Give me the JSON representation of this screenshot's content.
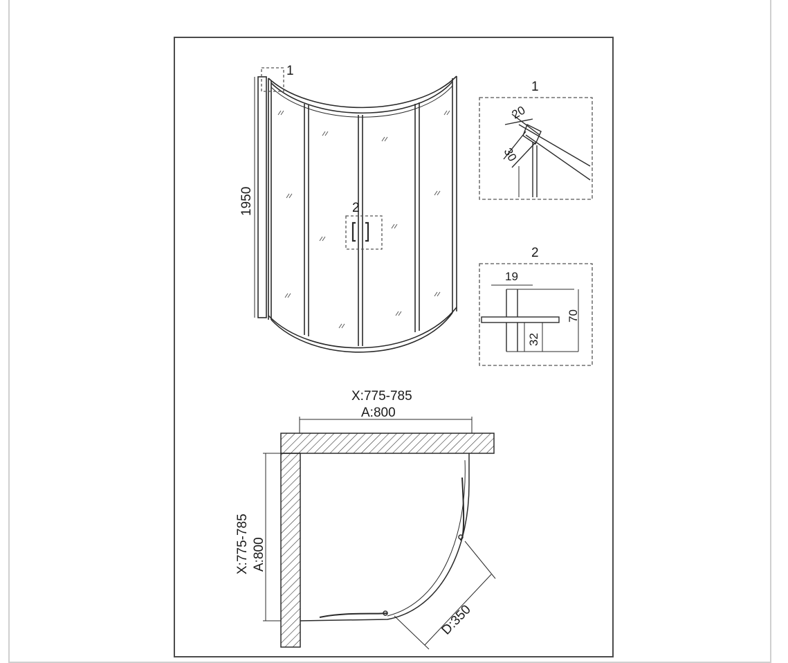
{
  "labels": {
    "callout_1": "1",
    "callout_2": "2",
    "height": "1950",
    "detail1_title": "1",
    "detail1_dim_a": "20",
    "detail1_dim_b": "30",
    "detail2_title": "2",
    "detail2_dim_a": "19",
    "detail2_dim_b": "70",
    "detail2_dim_c": "32",
    "plan_x_top": "X:775-785",
    "plan_a_top": "A:800",
    "plan_x_left": "X:775-785",
    "plan_a_left": "A:800",
    "plan_radius": "D:350"
  },
  "colors": {
    "line": "#2a2a2a",
    "frame": "#4a4a4a",
    "hatch": "#333333",
    "dashed": "#555555"
  }
}
